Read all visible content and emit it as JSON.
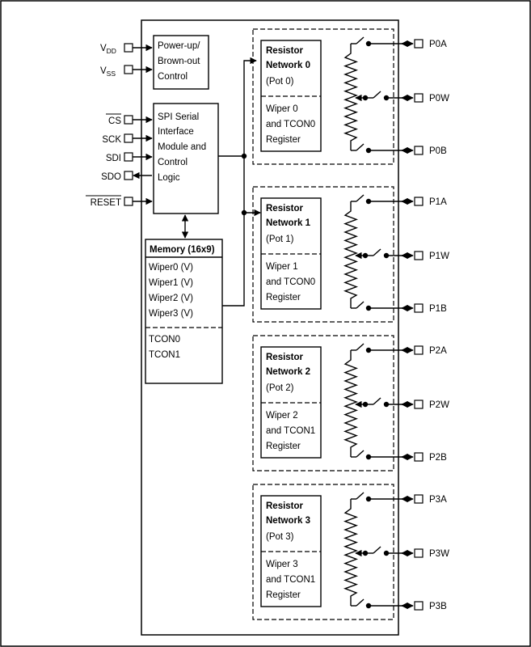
{
  "left_pins": [
    {
      "id": "vdd",
      "label": "V",
      "sub": "DD"
    },
    {
      "id": "vss",
      "label": "V",
      "sub": "SS"
    },
    {
      "id": "cs",
      "label": "CS",
      "overline": true
    },
    {
      "id": "sck",
      "label": "SCK"
    },
    {
      "id": "sdi",
      "label": "SDI"
    },
    {
      "id": "sdo",
      "label": "SDO"
    },
    {
      "id": "reset",
      "label": "RESET",
      "overline": true
    }
  ],
  "power_block": {
    "lines": [
      "Power-up/",
      "Brown-out",
      "Control"
    ]
  },
  "spi_block": {
    "lines": [
      "SPI Serial",
      "Interface",
      "Module and",
      "Control",
      "Logic"
    ]
  },
  "memory_block": {
    "title": "Memory (16x9)",
    "lines": [
      "Wiper0 (V)",
      "Wiper1 (V)",
      "Wiper2 (V)",
      "Wiper3 (V)"
    ],
    "tcon": [
      "TCON0",
      "TCON1"
    ]
  },
  "networks": [
    {
      "title1": "Resistor",
      "title2": "Network 0",
      "pot": "(Pot 0)",
      "wiper": [
        "Wiper 0",
        "and TCON0",
        "Register"
      ],
      "pins": [
        "P0A",
        "P0W",
        "P0B"
      ]
    },
    {
      "title1": "Resistor",
      "title2": "Network 1",
      "pot": "(Pot 1)",
      "wiper": [
        "Wiper 1",
        "and TCON0",
        "Register"
      ],
      "pins": [
        "P1A",
        "P1W",
        "P1B"
      ]
    },
    {
      "title1": "Resistor",
      "title2": "Network 2",
      "pot": "(Pot 2)",
      "wiper": [
        "Wiper 2",
        "and TCON1",
        "Register"
      ],
      "pins": [
        "P2A",
        "P2W",
        "P2B"
      ]
    },
    {
      "title1": "Resistor",
      "title2": "Network 3",
      "pot": "(Pot 3)",
      "wiper": [
        "Wiper 3",
        "and TCON1",
        "Register"
      ],
      "pins": [
        "P3A",
        "P3W",
        "P3B"
      ]
    }
  ]
}
